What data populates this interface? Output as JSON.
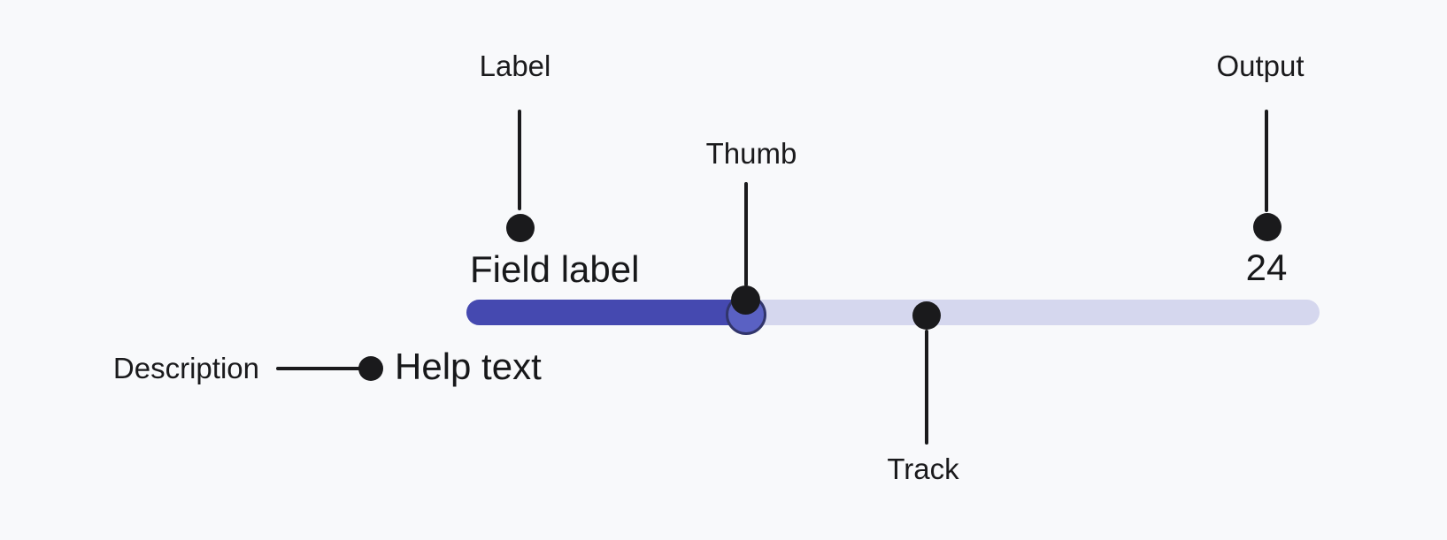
{
  "annotations": {
    "label": "Label",
    "thumb": "Thumb",
    "output": "Output",
    "track": "Track",
    "description": "Description"
  },
  "slider": {
    "field_label": "Field label",
    "help_text": "Help text",
    "output_value": "24",
    "thumb_position_fraction": 0.33
  },
  "colors": {
    "background": "#F8F9FB",
    "track_filled": "#4549B0",
    "track_empty": "#D5D7EE",
    "thumb_fill": "#5A61C3",
    "thumb_border": "#31356B",
    "annotation_ink": "#1A1A1C",
    "text_ink": "#17181A"
  }
}
